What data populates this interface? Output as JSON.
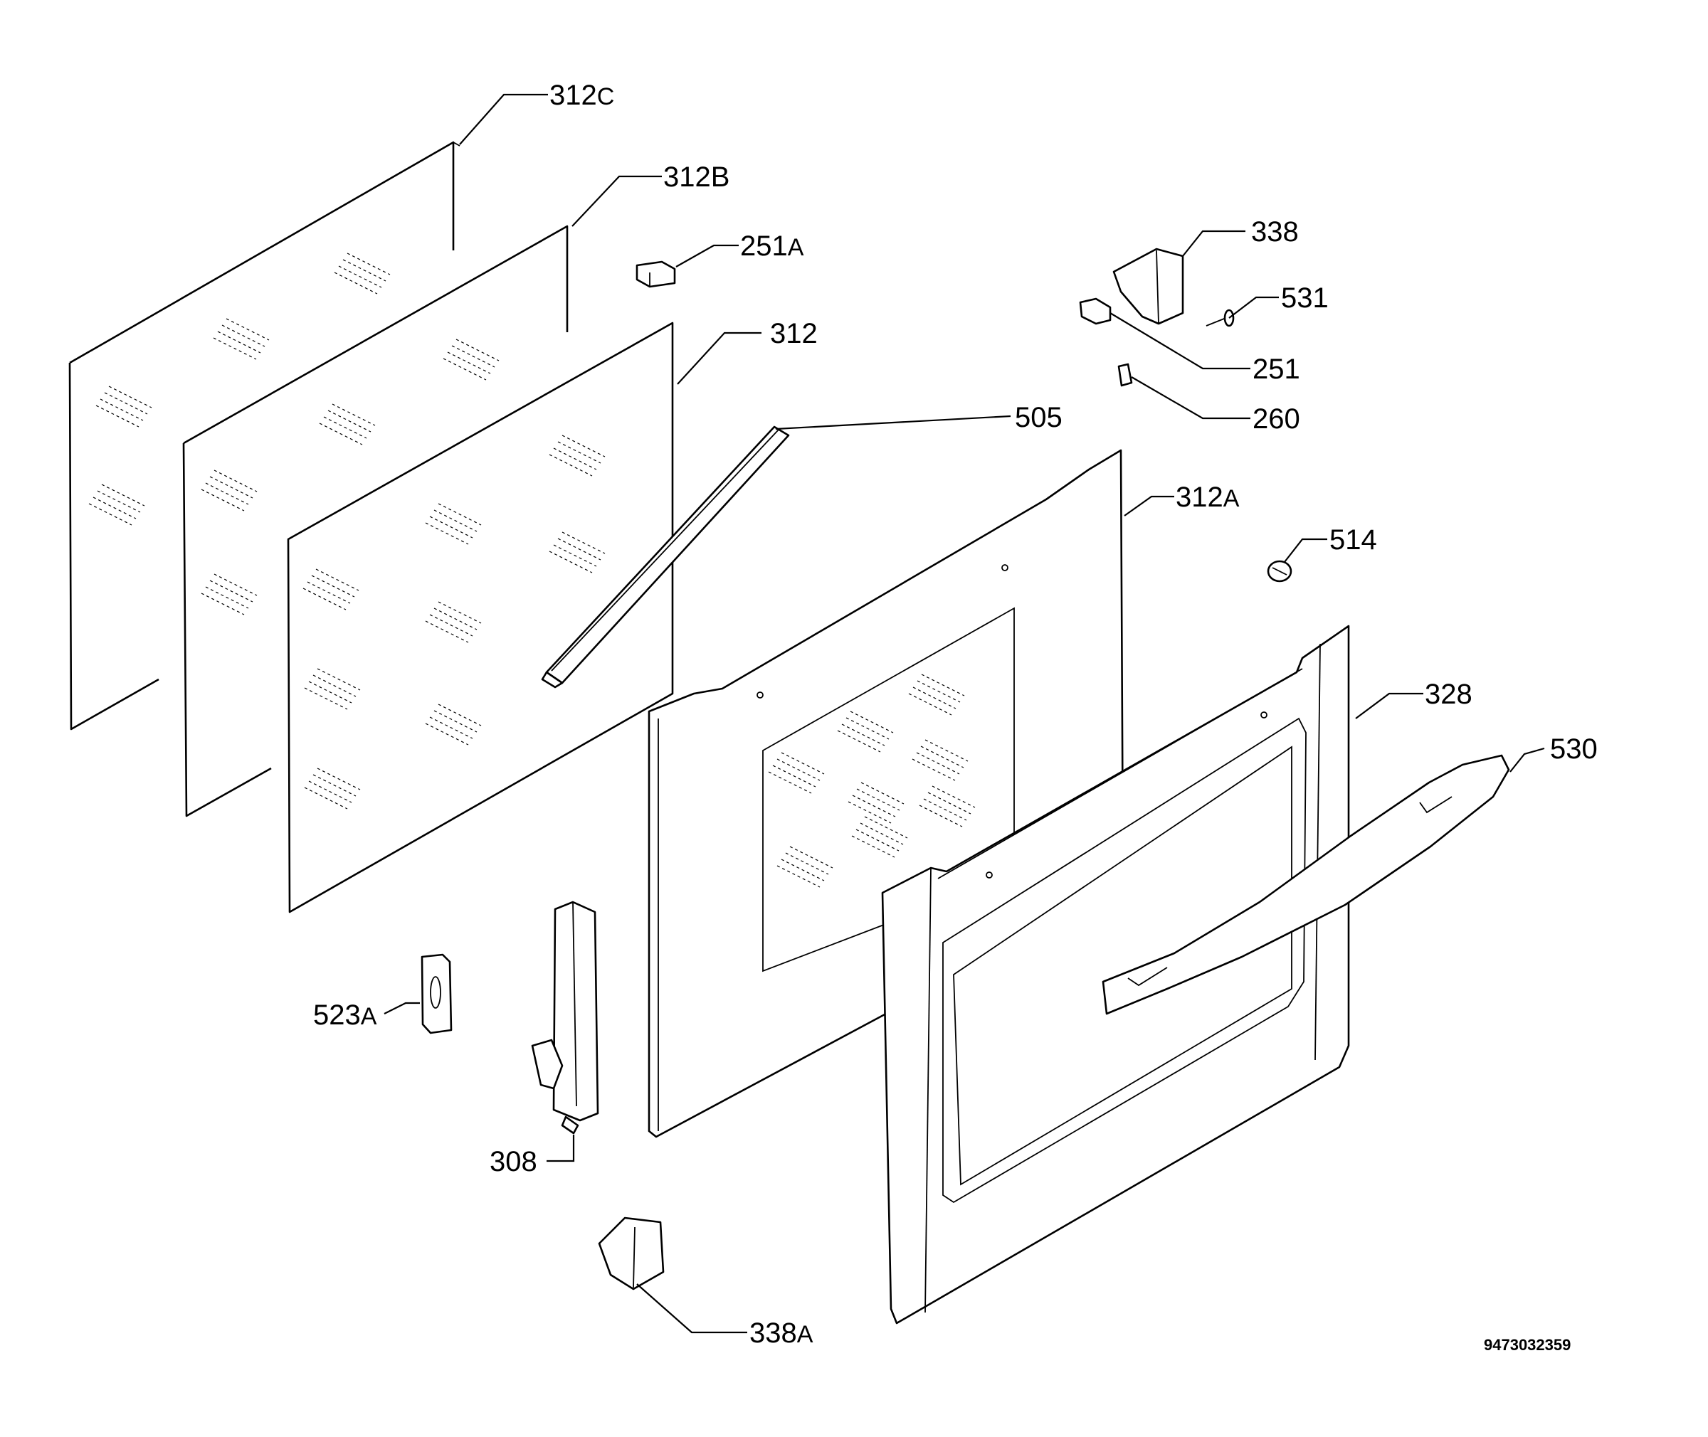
{
  "labels": {
    "p312c": {
      "num": "312",
      "suffix": "C"
    },
    "p312b": {
      "num": "312B",
      "suffix": ""
    },
    "p251a": {
      "num": "251",
      "suffix": "A"
    },
    "p312": {
      "num": "312",
      "suffix": ""
    },
    "p338": {
      "num": "338",
      "suffix": ""
    },
    "p531": {
      "num": "531",
      "suffix": ""
    },
    "p251": {
      "num": "251",
      "suffix": ""
    },
    "p260": {
      "num": "260",
      "suffix": ""
    },
    "p505": {
      "num": "505",
      "suffix": ""
    },
    "p312a": {
      "num": "312",
      "suffix": "A"
    },
    "p514": {
      "num": "514",
      "suffix": ""
    },
    "p328": {
      "num": "328",
      "suffix": ""
    },
    "p530": {
      "num": "530",
      "suffix": ""
    },
    "p523a": {
      "num": "523",
      "suffix": "A"
    },
    "p308": {
      "num": "308",
      "suffix": ""
    },
    "p338a": {
      "num": "338",
      "suffix": "A"
    }
  },
  "doc_number": "9473032359"
}
